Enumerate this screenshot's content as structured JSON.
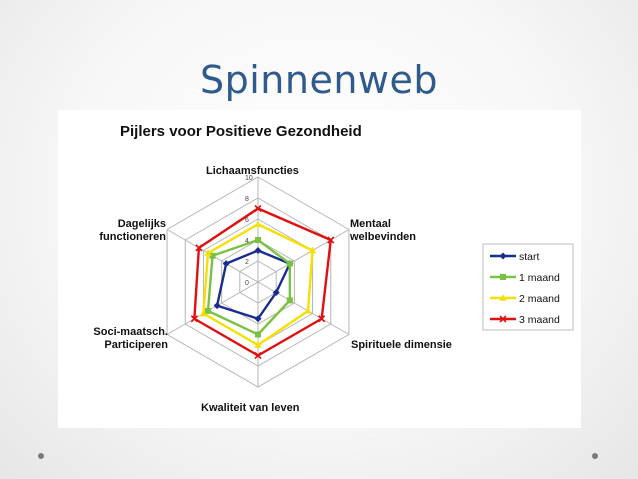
{
  "slide": {
    "title": "Spinnenweb"
  },
  "chart_data": {
    "type": "radar",
    "title": "Pijlers voor Positieve Gezondheid",
    "axes": [
      [
        "Lichaamsfuncties"
      ],
      [
        "Mentaal",
        "welbevinden"
      ],
      [
        "Spirituele dimensie"
      ],
      [
        "Kwaliteit van leven"
      ],
      [
        "Soci-maatsch.",
        "Participeren"
      ],
      [
        "Dagelijks",
        "functioneren"
      ]
    ],
    "rlim": [
      0,
      10
    ],
    "ticks": [
      "0",
      "2",
      "4",
      "6",
      "8",
      "10"
    ],
    "grid": true,
    "legend_position": "right",
    "series": [
      {
        "name": "start",
        "color": "#1a2d8f",
        "marker": "diamond",
        "values": [
          3,
          3.5,
          2,
          3.5,
          4.5,
          3.5
        ]
      },
      {
        "name": "1 maand",
        "color": "#7cc242",
        "marker": "square",
        "values": [
          4,
          3.5,
          3.5,
          5,
          5.5,
          5
        ]
      },
      {
        "name": "2 maand",
        "color": "#f5e000",
        "marker": "triangle",
        "values": [
          5.5,
          6,
          5.5,
          6,
          6,
          5.5
        ]
      },
      {
        "name": "3 maand",
        "color": "#e01010",
        "marker": "x",
        "values": [
          7,
          8,
          7,
          7,
          7,
          6.5
        ]
      }
    ]
  }
}
